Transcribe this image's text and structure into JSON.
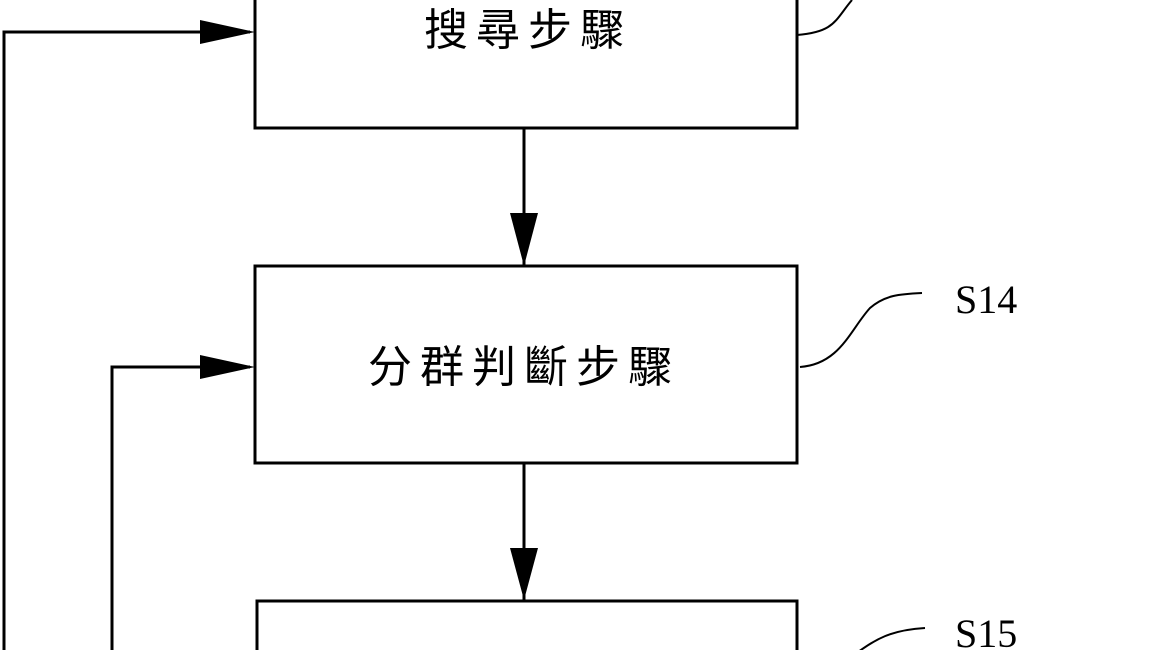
{
  "steps": [
    {
      "text": "搜尋步驟",
      "label": ""
    },
    {
      "text": "分群判斷步驟",
      "label": "S14"
    },
    {
      "text": "",
      "label": "S15"
    }
  ],
  "colors": {
    "line": "#000000",
    "background": "#ffffff"
  }
}
